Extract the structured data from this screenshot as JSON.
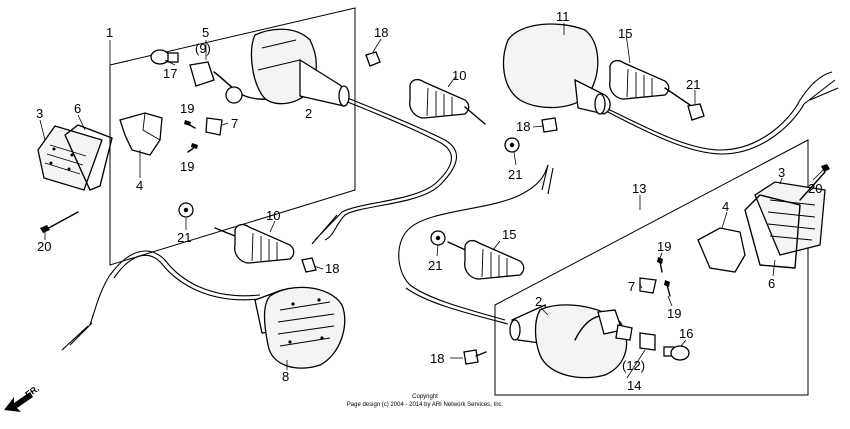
{
  "callouts": {
    "c1": "1",
    "c2a": "2",
    "c3a": "3",
    "c4a": "4",
    "c5": "5",
    "c9": "(9)",
    "c6a": "6",
    "c7a": "7",
    "c8": "8",
    "c10a": "10",
    "c10b": "10",
    "c11": "11",
    "c13": "13",
    "c15a": "15",
    "c15b": "15",
    "c16": "16",
    "c17": "17",
    "c18a": "18",
    "c18b": "18",
    "c18c": "18",
    "c18d": "18",
    "c19a": "19",
    "c19b": "19",
    "c19c": "19",
    "c19d": "19",
    "c20a": "20",
    "c20b": "20",
    "c21a": "21",
    "c21b": "21",
    "c21c": "21",
    "c21d": "21",
    "c2b": "2",
    "c3b": "3",
    "c4b": "4",
    "c6b": "6",
    "c7b": "7",
    "c12": "(12)",
    "c14": "14"
  },
  "direction_label": "FR.",
  "copyright": {
    "line1": "Copyright",
    "line2": "Page design (c) 2004 - 2014 by ARI Network Services, Inc."
  }
}
